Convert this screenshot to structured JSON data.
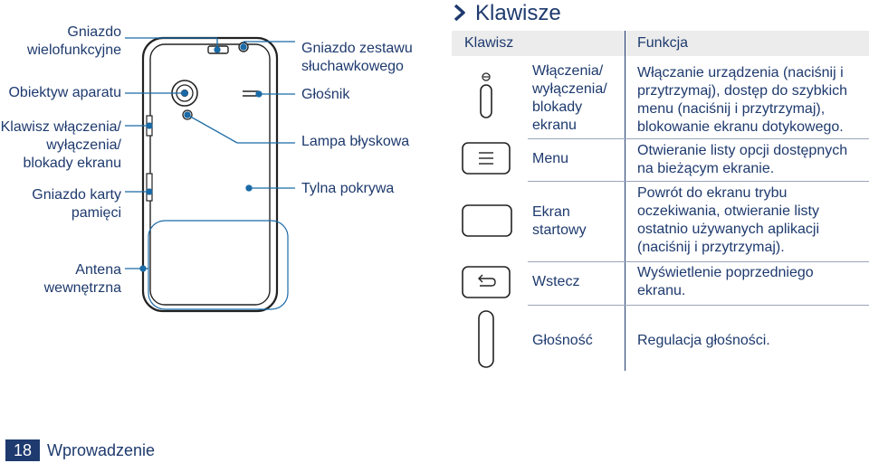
{
  "diagram": {
    "labels": {
      "multi_socket": "Gniazdo\nwielofunkcyjne",
      "camera_lens": "Obiektyw aparatu",
      "power_key": "Klawisz włączenia/\nwyłączenia/\nblokady ekranu",
      "card_slot": "Gniazdo karty\npamięci",
      "antenna": "Antena\nwewnętrzna",
      "headset_jack": "Gniazdo zestawu\nsłuchawkowego",
      "speaker": "Głośnik",
      "flash": "Lampa błyskowa",
      "back_cover": "Tylna pokrywa"
    }
  },
  "section": {
    "title": "Klawisze"
  },
  "table": {
    "headers": {
      "key": "Klawisz",
      "function": "Funkcja"
    },
    "rows": [
      {
        "icon": "power-key-icon",
        "name": "Włączenia/\nwyłączenia/\nblokady\nekranu",
        "function": "Włączanie urządzenia (naciśnij i\nprzytrzymaj), dostęp do szybkich\nmenu (naciśnij i przytrzymaj),\nblokowanie ekranu dotykowego."
      },
      {
        "icon": "menu-key-icon",
        "name": "Menu",
        "function": "Otwieranie listy opcji dostępnych\nna bieżącym ekranie."
      },
      {
        "icon": "home-key-icon",
        "name": "Ekran\nstartowy",
        "function": "Powrót do ekranu trybu\noczekiwania, otwieranie listy\nostatnio używanych aplikacji\n(naciśnij i przytrzymaj)."
      },
      {
        "icon": "back-key-icon",
        "name": "Wstecz",
        "function": "Wyświetlenie poprzedniego\nekranu."
      },
      {
        "icon": "volume-key-icon",
        "name": "Głośność",
        "function": "Regulacja głośności."
      }
    ]
  },
  "footer": {
    "page_number": "18",
    "chapter": "Wprowadzenie"
  },
  "colors": {
    "text": "#1e3a6e",
    "accent": "#1a6aa6",
    "header_bg": "#ececec"
  }
}
